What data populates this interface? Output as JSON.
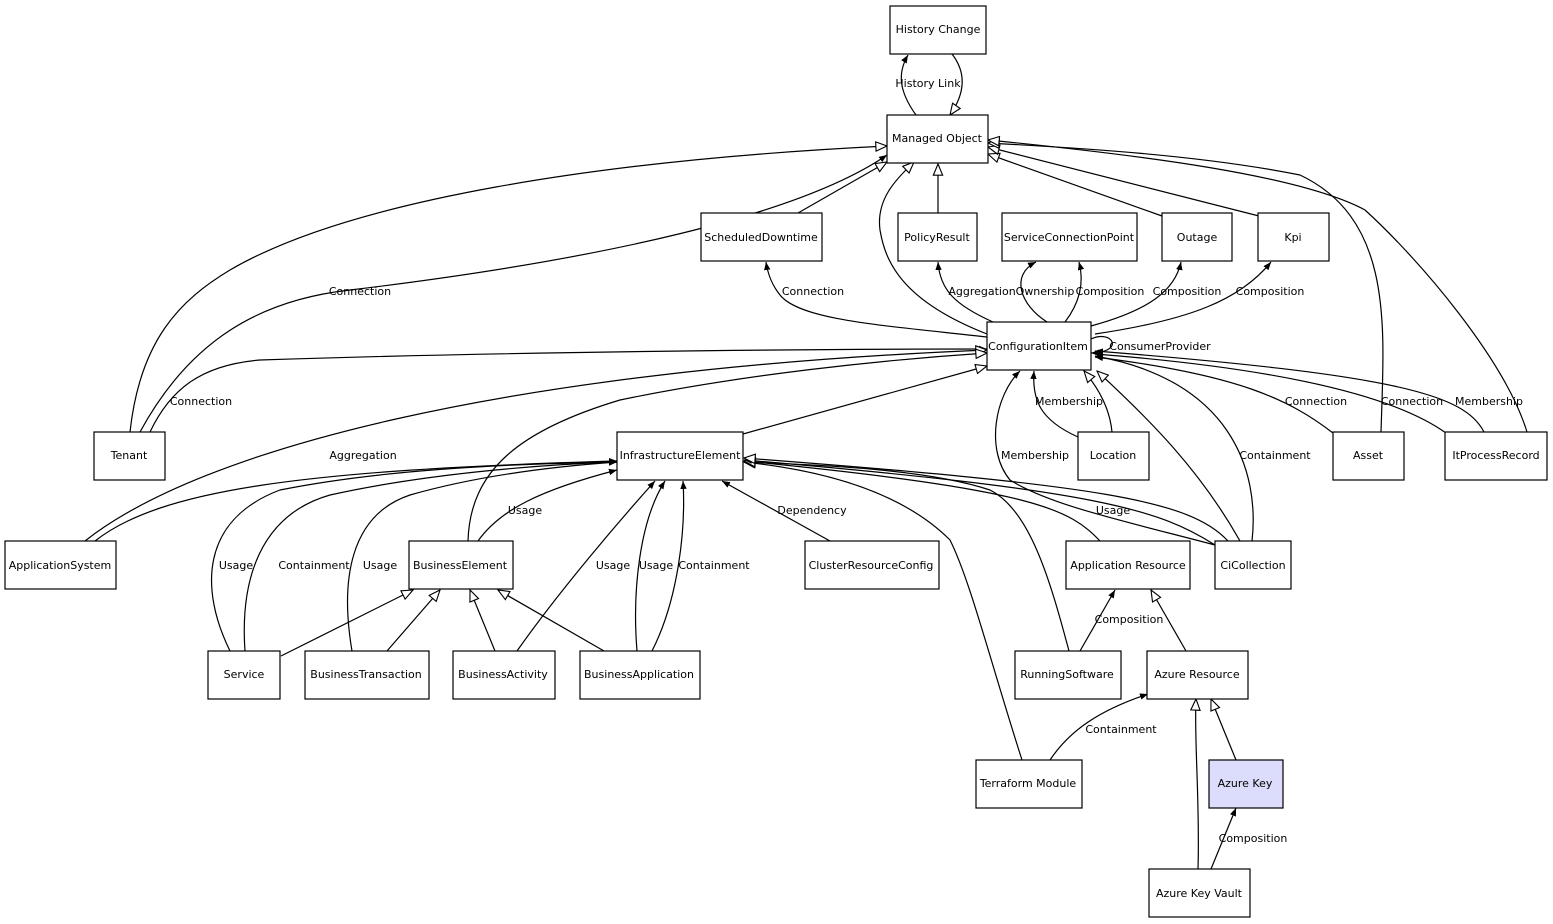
{
  "nodes": [
    {
      "id": "history_change",
      "label": "History Change"
    },
    {
      "id": "managed_object",
      "label": "Managed Object"
    },
    {
      "id": "scheduled_downtime",
      "label": "ScheduledDowntime"
    },
    {
      "id": "policy_result",
      "label": "PolicyResult"
    },
    {
      "id": "service_connection_point",
      "label": "ServiceConnectionPoint"
    },
    {
      "id": "outage",
      "label": "Outage"
    },
    {
      "id": "kpi",
      "label": "Kpi"
    },
    {
      "id": "configuration_item",
      "label": "ConfigurationItem"
    },
    {
      "id": "tenant",
      "label": "Tenant"
    },
    {
      "id": "infrastructure_element",
      "label": "InfrastructureElement"
    },
    {
      "id": "location",
      "label": "Location"
    },
    {
      "id": "asset",
      "label": "Asset"
    },
    {
      "id": "it_process_record",
      "label": "ItProcessRecord"
    },
    {
      "id": "application_system",
      "label": "ApplicationSystem"
    },
    {
      "id": "business_element",
      "label": "BusinessElement"
    },
    {
      "id": "cluster_resource_config",
      "label": "ClusterResourceConfig"
    },
    {
      "id": "application_resource",
      "label": "Application Resource"
    },
    {
      "id": "ci_collection",
      "label": "CiCollection"
    },
    {
      "id": "service",
      "label": "Service"
    },
    {
      "id": "business_transaction",
      "label": "BusinessTransaction"
    },
    {
      "id": "business_activity",
      "label": "BusinessActivity"
    },
    {
      "id": "business_application",
      "label": "BusinessApplication"
    },
    {
      "id": "running_software",
      "label": "RunningSoftware"
    },
    {
      "id": "azure_resource",
      "label": "Azure Resource"
    },
    {
      "id": "terraform_module",
      "label": "Terraform Module"
    },
    {
      "id": "azure_key",
      "label": "Azure Key",
      "highlight": true
    },
    {
      "id": "azure_key_vault",
      "label": "Azure Key Vault"
    }
  ],
  "edge_labels": {
    "history_link": "History Link",
    "sd_connection": "Connection",
    "pr_aggregation": "Aggregation",
    "scp_ownership": "Ownership",
    "scp_composition": "Composition",
    "outage_composition": "Composition",
    "kpi_composition": "Composition",
    "consumer_provider": "ConsumerProvider",
    "tenant_mo_connection": "Connection",
    "tenant_ci_connection": "Connection",
    "appsys_aggregation": "Aggregation",
    "loc_membership": "Membership",
    "asset_connection": "Connection",
    "itpr_connection": "Connection",
    "itpr_membership": "Membership",
    "cicoll_membership": "Membership",
    "cicoll_containment": "Containment",
    "be_usage": "Usage",
    "cluster_dependency": "Dependency",
    "cicoll_usage": "Usage",
    "service_usage": "Usage",
    "service_containment": "Containment",
    "bt_usage": "Usage",
    "ba_usage": "Usage",
    "bapp_usage": "Usage",
    "bapp_containment": "Containment",
    "rs_composition": "Composition",
    "tf_containment": "Containment",
    "akv_composition": "Composition"
  },
  "colors": {
    "node_fill": "#ffffff",
    "highlight_fill": "#dcdcfc",
    "stroke": "#000000"
  }
}
